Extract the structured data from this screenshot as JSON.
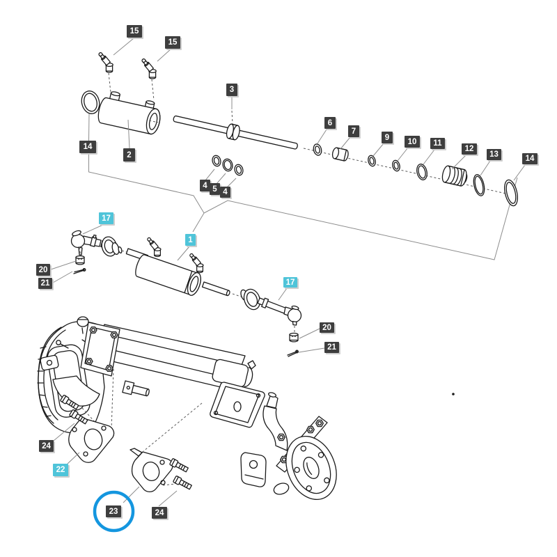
{
  "diagram_type": "exploded-parts-diagram",
  "subject": "front axle and power steering cylinder assembly",
  "colors": {
    "background": "#ffffff",
    "label_dark_bg": "#3e3e3e",
    "label_highlight_bg": "#4fc4d9",
    "label_text": "#ffffff",
    "highlight_circle": "#1496df",
    "drawing_line": "#1a1a1a",
    "leader_line": "#8c8c8c"
  },
  "selection": {
    "circled_label": "23",
    "highlighted_labels": [
      "17",
      "1",
      "17",
      "22"
    ]
  },
  "labels": [
    {
      "id": "15-a",
      "text": "15",
      "variant": "dark"
    },
    {
      "id": "15-b",
      "text": "15",
      "variant": "dark"
    },
    {
      "id": "3",
      "text": "3",
      "variant": "dark"
    },
    {
      "id": "14-a",
      "text": "14",
      "variant": "dark"
    },
    {
      "id": "2",
      "text": "2",
      "variant": "dark"
    },
    {
      "id": "6",
      "text": "6",
      "variant": "dark"
    },
    {
      "id": "7",
      "text": "7",
      "variant": "dark"
    },
    {
      "id": "9",
      "text": "9",
      "variant": "dark"
    },
    {
      "id": "10",
      "text": "10",
      "variant": "dark"
    },
    {
      "id": "11",
      "text": "11",
      "variant": "dark"
    },
    {
      "id": "12",
      "text": "12",
      "variant": "dark"
    },
    {
      "id": "13",
      "text": "13",
      "variant": "dark"
    },
    {
      "id": "14-b",
      "text": "14",
      "variant": "dark"
    },
    {
      "id": "4-a",
      "text": "4",
      "variant": "dark"
    },
    {
      "id": "5",
      "text": "5",
      "variant": "dark"
    },
    {
      "id": "4-b",
      "text": "4",
      "variant": "dark"
    },
    {
      "id": "17-a",
      "text": "17",
      "variant": "highlight"
    },
    {
      "id": "1",
      "text": "1",
      "variant": "highlight"
    },
    {
      "id": "20-a",
      "text": "20",
      "variant": "dark"
    },
    {
      "id": "21-a",
      "text": "21",
      "variant": "dark"
    },
    {
      "id": "17-b",
      "text": "17",
      "variant": "highlight"
    },
    {
      "id": "20-b",
      "text": "20",
      "variant": "dark"
    },
    {
      "id": "21-b",
      "text": "21",
      "variant": "dark"
    },
    {
      "id": "24-a",
      "text": "24",
      "variant": "dark"
    },
    {
      "id": "22",
      "text": "22",
      "variant": "highlight"
    },
    {
      "id": "23",
      "text": "23",
      "variant": "dark"
    },
    {
      "id": "24-b",
      "text": "24",
      "variant": "dark"
    }
  ]
}
